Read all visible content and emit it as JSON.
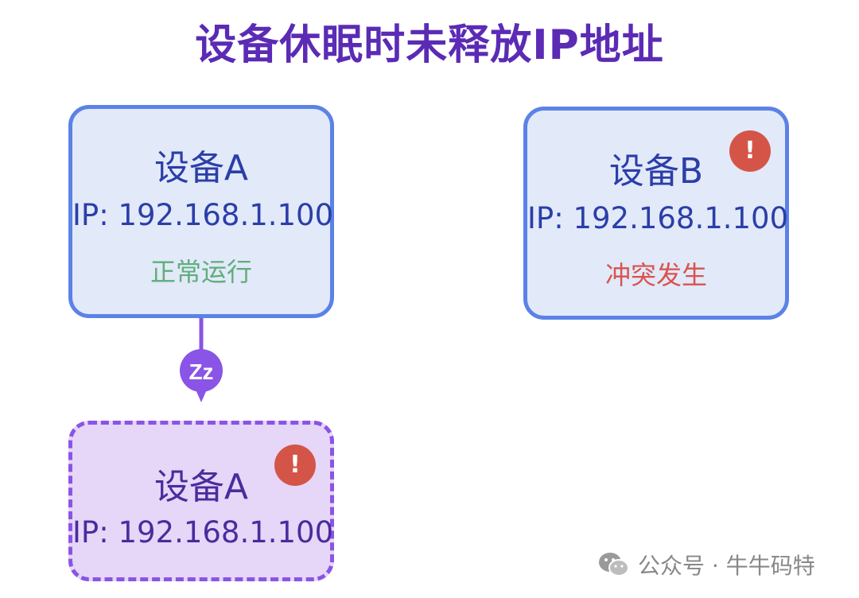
{
  "title": "设备休眠时未释放IP地址",
  "device_a": {
    "name": "设备A",
    "ip": "IP: 192.168.1.100",
    "status": "正常运行"
  },
  "device_b": {
    "name": "设备B",
    "ip": "IP: 192.168.1.100",
    "status": "冲突发生",
    "alert_icon": "exclamation-icon"
  },
  "device_a_sleep": {
    "name": "设备A",
    "ip": "IP: 192.168.1.100",
    "alert_icon": "exclamation-icon"
  },
  "sleep_icon_label": "Zz",
  "alert_glyph": "!",
  "watermark": "公众号 · 牛牛码特",
  "colors": {
    "title": "#5b2bb5",
    "box_border": "#5b82e6",
    "sleep_border": "#8a54e6",
    "ok": "#5fae7a",
    "conflict": "#d9534f",
    "alert": "#d45548"
  }
}
